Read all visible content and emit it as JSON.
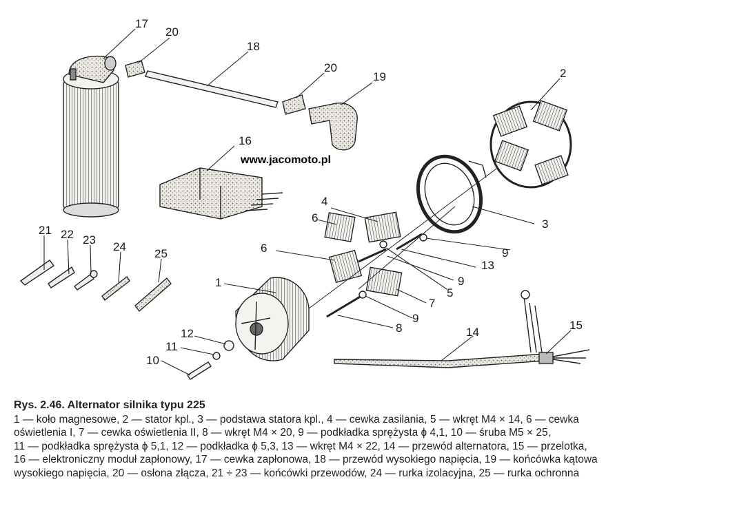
{
  "watermark": "www.jacomoto.pl",
  "part_numbers": [
    "1",
    "2",
    "3",
    "4",
    "5",
    "6",
    "6",
    "7",
    "8",
    "9",
    "9",
    "9",
    "10",
    "11",
    "12",
    "13",
    "14",
    "15",
    "16",
    "17",
    "18",
    "19",
    "20",
    "20",
    "21",
    "22",
    "23",
    "24",
    "25"
  ],
  "caption": {
    "title": "Rys. 2.46. Alternator silnika typu 225",
    "lines": [
      "1 — koło magnesowe, 2 — stator kpl., 3 — podstawa statora kpl., 4 — cewka zasilania, 5 — wkręt M4 × 14, 6 — cewka",
      "oświetlenia I, 7 — cewka oświetlenia II, 8 — wkręt M4 × 20, 9 — podkładka sprężysta ϕ 4,1, 10 — śruba M5 × 25,",
      "11 — podkładka sprężysta ϕ 5,1, 12 — podkładka ϕ 5,3, 13 — wkręt M4 × 22, 14 — przewód alternatora, 15 — przelotka,",
      "16 — elektroniczny moduł zapłonowy, 17 — cewka zapłonowa, 18 — przewód wysokiego napięcia, 19 — końcówka kątowa",
      "wysokiego napięcia, 20 — osłona złącza, 21 ÷ 23 — końcówki przewodów, 24 — rurka izolacyjna, 25 — rurka ochronna"
    ]
  }
}
